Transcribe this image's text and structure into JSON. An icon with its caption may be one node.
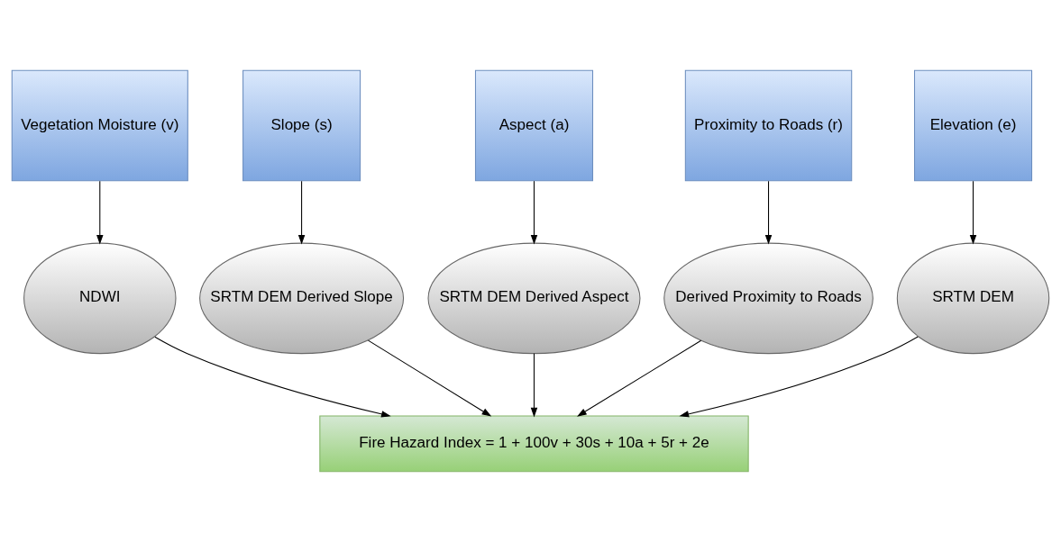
{
  "diagram": {
    "nodes": [
      {
        "text": [
          "Vegetation Moisture (v)"
        ]
      },
      {
        "text": [
          "Slope (s)"
        ]
      },
      {
        "text": [
          "Aspect (a)"
        ]
      },
      {
        "text": [
          "Proximity to Roads (r)"
        ]
      },
      {
        "text": [
          "Elevation (e)"
        ]
      },
      {
        "text": [
          "NDWI"
        ]
      },
      {
        "text": [
          "SRTM DEM Derived Slope"
        ]
      },
      {
        "text": [
          "SRTM DEM Derived Aspect"
        ]
      },
      {
        "text": [
          "Derived Proximity to Roads"
        ]
      },
      {
        "text": [
          "SRTM DEM"
        ]
      },
      {
        "text": [
          "Fire Hazard Index = 1 + 100v + 30s + 10a + 5r + 2e"
        ]
      }
    ],
    "edges": [
      {
        "from": 0,
        "to": 5,
        "arrow": "to"
      },
      {
        "from": 1,
        "to": 6,
        "arrow": "to"
      },
      {
        "from": 2,
        "to": 7,
        "arrow": "to"
      },
      {
        "from": 3,
        "to": 8,
        "arrow": "to"
      },
      {
        "from": 4,
        "to": 9,
        "arrow": "to"
      },
      {
        "from": 5,
        "to": 10,
        "arrow": "to"
      },
      {
        "from": 6,
        "to": 10,
        "arrow": "to"
      },
      {
        "from": 7,
        "to": 10,
        "arrow": "to"
      },
      {
        "from": 8,
        "to": 10,
        "arrow": "to"
      },
      {
        "from": 9,
        "to": 10,
        "arrow": "to"
      }
    ]
  }
}
